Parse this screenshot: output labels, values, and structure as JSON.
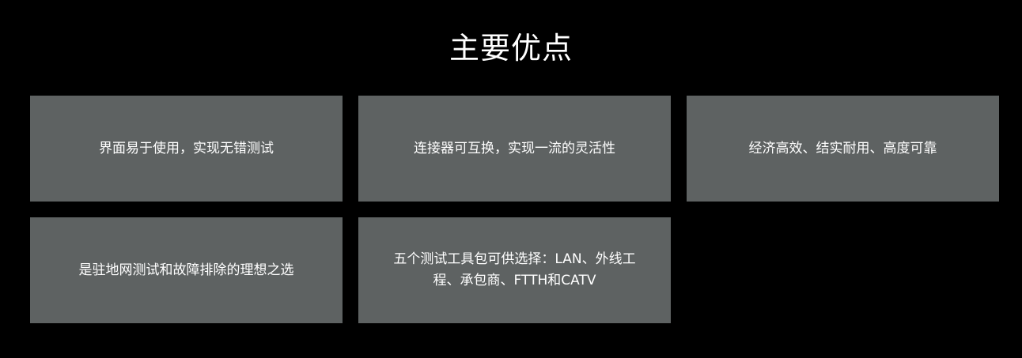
{
  "section": {
    "title": "主要优点"
  },
  "benefits": [
    {
      "text": "界面易于使用，实现无错测试"
    },
    {
      "text": "连接器可互换，实现一流的灵活性"
    },
    {
      "text": "经济高效、结实耐用、高度可靠"
    },
    {
      "text": "是驻地网测试和故障排除的理想之选"
    },
    {
      "text": "五个测试工具包可供选择：LAN、外线工程、承包商、FTTH和CATV"
    }
  ],
  "colors": {
    "background": "#000000",
    "card": "#5e6262",
    "text": "#ffffff"
  }
}
